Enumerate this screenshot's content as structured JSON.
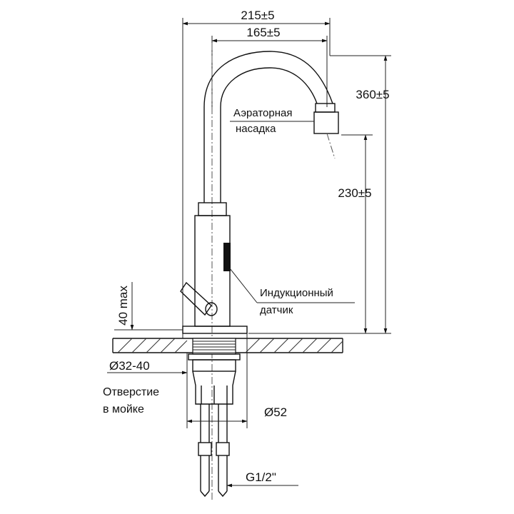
{
  "dimensions": {
    "overall_reach": "215±5",
    "spout_reach": "165±5",
    "total_height": "360±5",
    "spout_height": "230±5",
    "countertop_max": "40 max",
    "hole_diameter": "Ø32-40",
    "base_diameter": "Ø52",
    "connection_thread": "G1/2\""
  },
  "labels": {
    "aerator_line1": "Аэраторная",
    "aerator_line2": "насадка",
    "sensor_line1": "Индукционный",
    "sensor_line2": "датчик",
    "hole_line1": "Отверстие",
    "hole_line2": "в мойке"
  }
}
